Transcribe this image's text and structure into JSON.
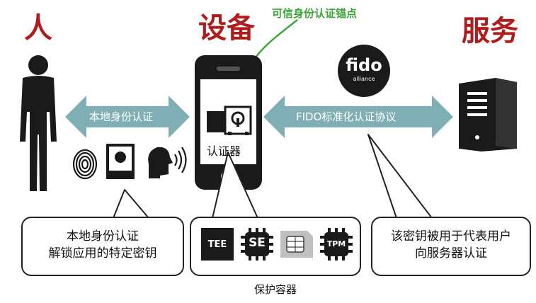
{
  "headings": {
    "person": "人",
    "device": "设备",
    "service": "服务"
  },
  "trust_anchor_label": "可信身份认证锚点",
  "arrows": {
    "local_auth": "本地身份认证",
    "fido_protocol": "FIDO标准化认证协议"
  },
  "authenticator_label": "认证器",
  "fido_logo": {
    "main": "fido",
    "sub": "alliance"
  },
  "callouts": {
    "left": [
      "本地身份认证",
      "解锁应用的特定密钥"
    ],
    "right": [
      "该密钥被用于代表用户",
      "向服务器认证"
    ]
  },
  "containers": {
    "tee": "TEE",
    "se": "SE",
    "tpm": "TPM"
  },
  "container_caption": "保护容器",
  "colors": {
    "heading": "#b01c1c",
    "arrow": "#7fafb5",
    "green": "#3aa635",
    "device": "#1a1a1a"
  },
  "icons": [
    "person-silhouette-icon",
    "fingerprint-icon",
    "face-id-icon",
    "voice-icon",
    "phone-icon",
    "safe-icon",
    "server-icon",
    "sim-card-icon",
    "chip-icon"
  ]
}
